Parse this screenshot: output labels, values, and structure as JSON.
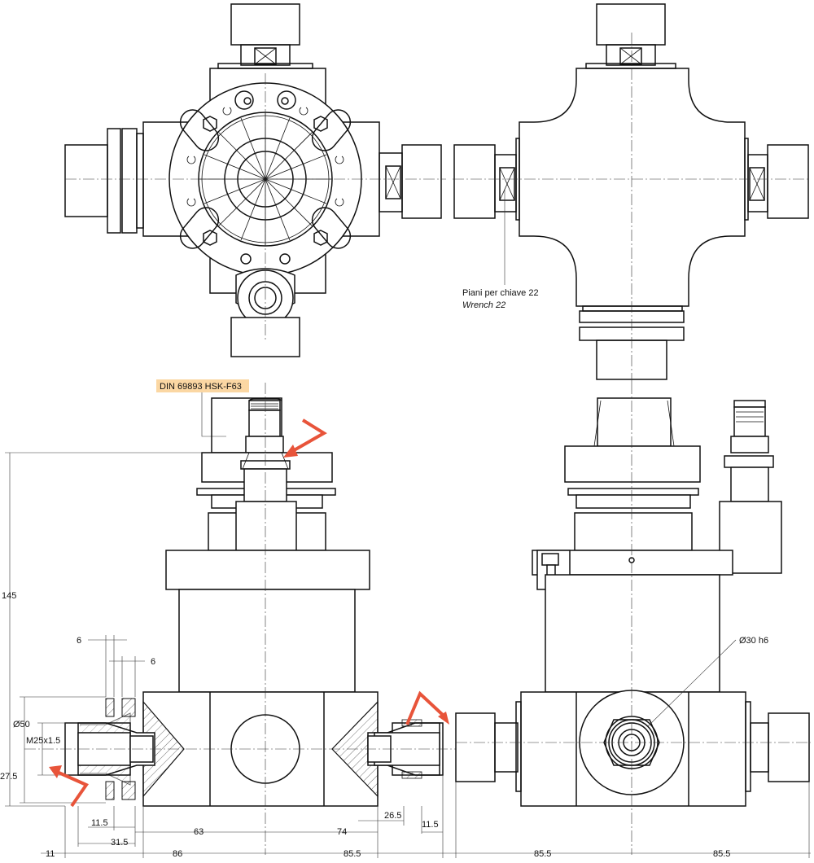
{
  "labels": {
    "wrench_it": "Piani per chiave 22",
    "wrench_en": "Wrench 22",
    "hsk": "DIN 69893 HSK-F63",
    "shaft": "Ø30 h6",
    "collet_diameter": "Ø50",
    "thread": "M25x1.5"
  },
  "dimensions": {
    "height_145": "145",
    "d6_top": "6",
    "d6_low": "6",
    "d27_5": "27.5",
    "d11_5_left": "11.5",
    "d31_5": "31.5",
    "d63": "63",
    "d74": "74",
    "d26_5": "26.5",
    "d11_5_right": "11.5",
    "d11": "11",
    "d86": "86",
    "d85_5_a": "85.5",
    "d85_5_b": "85.5",
    "d85_5_c": "85.5"
  },
  "scale": {
    "left": "10",
    "zero": "0",
    "right": "10"
  },
  "colors": {
    "highlight_bg": "#fbd7a3",
    "arrow": "#e8543a"
  }
}
